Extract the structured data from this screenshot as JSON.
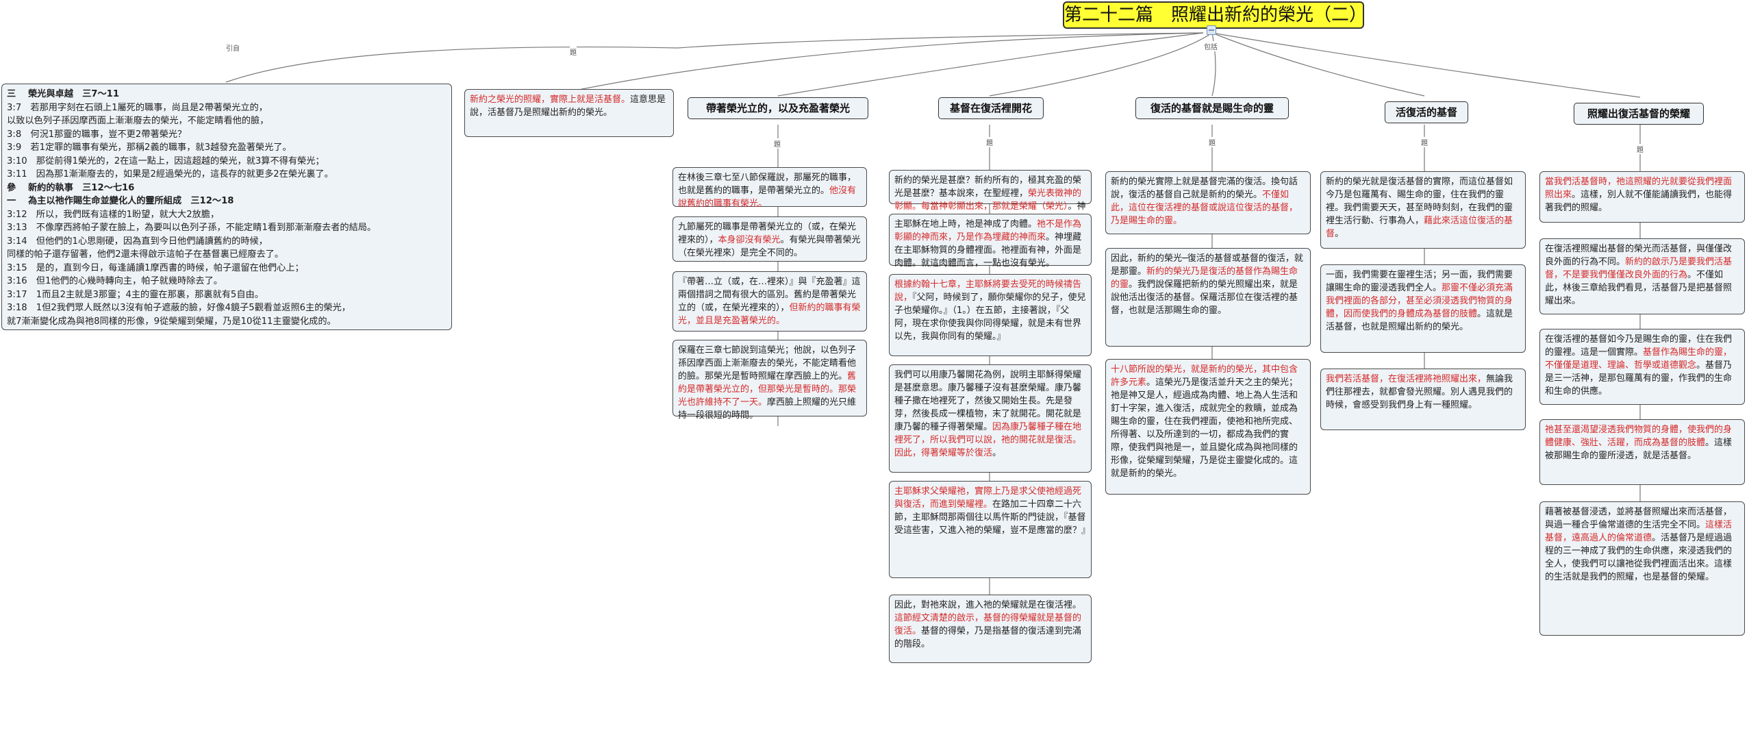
{
  "title": "第二十二篇　照耀出新約的榮光（二）",
  "edge_labels": {
    "intro": "引自",
    "top": "題",
    "note": "包括",
    "sub": "題"
  },
  "intro": [
    {
      "t": "三　 榮光與卓越　三7～11",
      "b": true
    },
    {
      "t": "3:7　若那用字刻在石頭上1屬死的職事，尚且是2帶著榮光立的，"
    },
    {
      "t": "以致以色列子孫因摩西面上漸漸廢去的榮光，不能定睛看他的臉，"
    },
    {
      "t": "3:8　何況1那靈的職事，豈不更2帶著榮光？"
    },
    {
      "t": "3:9　若1定罪的職事有榮光，那稱2義的職事，就3越發充盈著榮光了。"
    },
    {
      "t": "3:10　那從前得1榮光的，2在這一點上，因這超越的榮光，就3算不得有榮光；"
    },
    {
      "t": "3:11　因為那1漸漸廢去的，如果是2經過榮光的，這長存的就更多2在榮光裏了。"
    },
    {
      "t": "參　 新約的執事　三12～七16",
      "b": true
    },
    {
      "t": "一　 為主以祂作賜生命並變化人的靈所組成　三12～18",
      "b": true
    },
    {
      "t": "3:12　所以，我們既有這樣的1盼望，就大大2放膽，"
    },
    {
      "t": "3:13　不像摩西將帕子蒙在臉上，為要叫以色列子孫，不能定睛1看到那漸漸廢去者的結局。"
    },
    {
      "t": "3:14　但他們的1心思剛硬，因為直到今日他們誦讀舊約的時候，"
    },
    {
      "t": "同樣的帕子還存留著，他們2還未得啟示這帕子在基督裏已經廢去了。"
    },
    {
      "t": "3:15　是的，直到今日，每逢誦讀1摩西書的時候，帕子還留在他們心上；"
    },
    {
      "t": "3:16　但1他們的心幾時轉向主，帕子就幾時除去了。"
    },
    {
      "t": "3:17　1而且2主就是3那靈；4主的靈在那裏，那裏就有5自由。"
    },
    {
      "t": "3:18　1但2我們眾人既然以3沒有帕子遮蔽的臉，好像4鏡子5觀看並返照6主的榮光，"
    },
    {
      "t": "就7漸漸變化成為與祂8同樣的形像，9從榮耀到榮耀，乃是10從11主靈變化成的。"
    }
  ],
  "summary": [
    {
      "t": "新約之榮光的照耀，實際上就是活基督。",
      "red": true
    },
    {
      "t": "這意思是說，活基督乃是照耀出新約的榮光。"
    }
  ],
  "headings": [
    "帶著榮光立的，以及充盈著榮光",
    "基督在復活裡開花",
    "復活的基督就是賜生命的靈",
    "活復活的基督",
    "照耀出復活基督的榮耀"
  ],
  "col1": [
    [
      {
        "t": "在林後三章七至八節保羅說，那屬死的職事，也就是舊約的職事，是帶著榮光立的。"
      },
      {
        "t": "他沒有說舊約的職事有榮光。",
        "red": true
      }
    ],
    [
      {
        "t": "九節屬死的職事是帶著榮光立的（或，在榮光裡來的），"
      },
      {
        "t": "本身卻沒有榮光",
        "red": true
      },
      {
        "t": "。有榮光與帶著榮光（在榮光裡來）是完全不同的。"
      }
    ],
    [
      {
        "t": "『帶著…立（或，在…裡來）』與『充盈著』這兩個措詞之間有很大的區別。舊約是帶著榮光立的（或，在榮光裡來的），"
      },
      {
        "t": "但新約的職事有榮光，並且是充盈著榮光的。",
        "red": true
      }
    ],
    [
      {
        "t": "保羅在三章七節說到這榮光；他說，以色列子孫因摩西面上漸漸廢去的榮光，不能定睛看他的臉。那榮光是暫時照耀在摩西臉上的光。"
      },
      {
        "t": "舊約是帶著榮光立的，但那榮光是暫時的。那榮光也許維持不了一天。",
        "red": true
      },
      {
        "t": "摩西臉上照耀的光只維持一段很短的時間。"
      }
    ]
  ],
  "col2": [
    [
      {
        "t": "新約的榮光是甚麼？新約所有的，極其充盈的榮光是甚麼？基本說來，在聖經裡，"
      },
      {
        "t": "榮光表徵神的彰顯。每當神彰顯出來，那就是榮耀（榮光）",
        "red": true
      },
      {
        "t": "。神的彰顯就是神得了榮耀。"
      }
    ],
    [
      {
        "t": "主耶穌在地上時，祂是神成了肉體。"
      },
      {
        "t": "祂不是作為彰顯的神而來，乃是作為埋藏的神而來",
        "red": true
      },
      {
        "t": "。神埋藏在主耶穌物質的身體裡面。祂裡面有神，外面是肉體。就這肉體而言，一點也沒有榮光。"
      }
    ],
    [
      {
        "t": "根據約翰十七章，主耶穌將要去受死的時候禱告說，",
        "red": true
      },
      {
        "t": "『父阿，時候到了，願你榮耀你的兒子，使兒子也榮耀你。』（1。）在五節，主接著說，『父阿，現在求你使我與你同得榮耀，就是未有世界以先，我與你同有的榮耀。』"
      }
    ],
    [
      {
        "t": "我們可以用康乃馨開花為例，說明主耶穌得榮耀是甚麼意思。康乃馨種子沒有甚麼榮耀。康乃馨種子撒在地裡死了，然後又開始生長。先是發芽，然後長成一棵植物，末了就開花。開花就是康乃馨的種子得著榮耀。"
      },
      {
        "t": "因為康乃馨種子種在地裡死了，所以我們可以說，祂的開花就是復活。因此，得著榮耀等於復活",
        "red": true
      },
      {
        "t": "。"
      }
    ],
    [
      {
        "t": "主耶穌求父榮耀祂，實際上乃是求父使祂經過死與復活，而進到榮耀裡。",
        "red": true
      },
      {
        "t": "在路加二十四章二十六節，主耶穌問那兩個往以馬忤斯的門徒說，『基督受這些害，又進入祂的榮耀，豈不是應當的麼？』"
      }
    ],
    [
      {
        "t": "因此，對祂來說，進入祂的榮耀就是在復活裡。"
      },
      {
        "t": "這節經文清楚的啟示，基督的得榮耀就是基督的復活。",
        "red": true
      },
      {
        "t": "基督的得榮，乃是指基督的復活達到完滿的階段。"
      }
    ]
  ],
  "col3": [
    [
      {
        "t": "新約的榮光實際上就是基督完滿的復活。換句話說，復活的基督自己就是新約的榮光。"
      },
      {
        "t": "不僅如此，這位在復活裡的基督或說這位復活的基督，乃是賜生命的靈。",
        "red": true
      }
    ],
    [
      {
        "t": "因此，新約的榮光─復活的基督或基督的復活，就是那靈。"
      },
      {
        "t": "新約的榮光乃是復活的基督作為賜生命的靈",
        "red": true
      },
      {
        "t": "。我們說保羅把新約的榮光照耀出來，就是說他活出復活的基督。保羅活那位在復活裡的基督，也就是活那賜生命的靈。"
      }
    ],
    [
      {
        "t": "十八節所說的榮光，就是新約的榮光，其中包含許多元素",
        "red": true
      },
      {
        "t": "。這榮光乃是復活並升天之主的榮光；祂是神又是人，經過成為肉體、地上為人生活和釘十字架，進入復活，成就完全的救贖，並成為賜生命的靈，住在我們裡面，使祂和祂所完成、所得著、以及所達到的一切，都成為我們的實際，使我們與祂是一，並且變化成為與祂同樣的形像，從榮耀到榮耀，乃是從主靈變化成的。這就是新約的榮光。"
      }
    ]
  ],
  "col4": [
    [
      {
        "t": "新約的榮光就是復活基督的實際，而這位基督如今乃是包羅萬有、賜生命的靈，住在我們的靈裡。我們需要天天，甚至時時刻刻，在我們的靈裡生活行動、行事為人，"
      },
      {
        "t": "藉此來活這位復活的基督",
        "red": true
      },
      {
        "t": "。"
      }
    ],
    [
      {
        "t": "一面，我們需要在靈裡生活；另一面，我們需要讓賜生命的靈浸透我們全人。"
      },
      {
        "t": "那靈不僅必須充滿我們裡面的各部分，甚至必須浸透我們物質的身體，因而使我們的身體成為基督的肢體",
        "red": true
      },
      {
        "t": "。這就是活基督，也就是照耀出新約的榮光。"
      }
    ],
    [
      {
        "t": "我們若活基督，在復活裡將祂照耀出來，",
        "red": true
      },
      {
        "t": "無論我們往那裡去，就都會發光照耀。別人遇見我們的時候，會感受到我們身上有一種照耀。"
      }
    ]
  ],
  "col5": [
    [
      {
        "t": "當我們活基督時，祂這照耀的光就要從我們裡面照出來",
        "red": true
      },
      {
        "t": "。這樣，別人就不僅能誦讀我們，也能得著我們的照耀。"
      }
    ],
    [
      {
        "t": "在復活裡照耀出基督的榮光而活基督，與僅僅改良外面的行為不同。"
      },
      {
        "t": "新約的啟示乃是要我們活基督，不是要我們僅僅改良外面的行為",
        "red": true
      },
      {
        "t": "。不僅如此，林後三章給我們看見，活基督乃是把基督照耀出來。"
      }
    ],
    [
      {
        "t": "在復活裡的基督如今乃是賜生命的靈，住在我們的靈裡。這是一個實際。"
      },
      {
        "t": "基督作為賜生命的靈，不僅僅是道理、理論、哲學或道德觀念",
        "red": true
      },
      {
        "t": "。基督乃是三一活神，是那包羅萬有的靈，作我們的生命和生命的供應。"
      }
    ],
    [
      {
        "t": "祂甚至還渴望浸透我們物質的身體，使我們的身體健康、強壯、活躍，而成為基督的肢體",
        "red": true
      },
      {
        "t": "。這樣被那賜生命的靈所浸透，就是活基督。"
      }
    ],
    [
      {
        "t": "藉著被基督浸透，並將基督照耀出來而活基督，與過一種合乎倫常道德的生活完全不同。"
      },
      {
        "t": "這樣活基督，遠高過人的倫常道德",
        "red": true
      },
      {
        "t": "。活基督乃是經過過程的三一神成了我們的生命供應，來浸透我們的全人，使我們可以讓祂從我們裡面活出來。這樣的生活就是我們的照耀，也是基督的榮耀。"
      }
    ]
  ]
}
